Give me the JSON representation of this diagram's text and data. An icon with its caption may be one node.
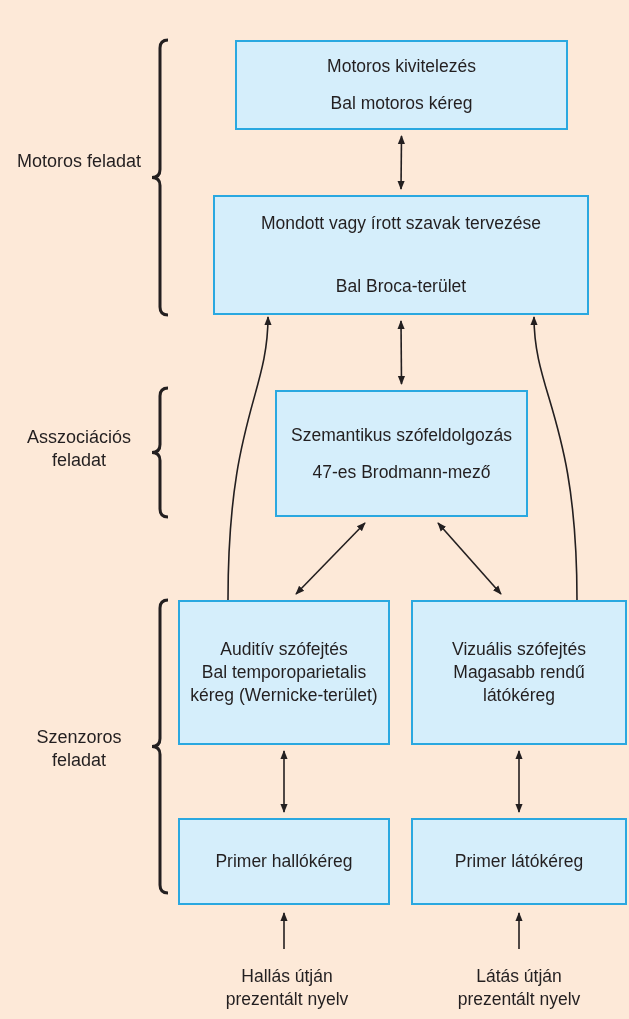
{
  "diagram": {
    "nodes": [
      {
        "text": [
          "Motoros kivitelezés",
          "Bal motoros kéreg"
        ]
      },
      {
        "text": [
          "Mondott vagy írott szavak tervezése",
          "Bal Broca-terület"
        ]
      },
      {
        "text": [
          "Szemantikus szófeldolgozás",
          "47-es Brodmann-mező"
        ]
      },
      {
        "text": [
          "Auditív szófejtés",
          "Bal temporoparietalis kéreg (Wernicke-terület)"
        ]
      },
      {
        "text": [
          "Vizuális szófejtés",
          "Magasabb rendű látókéreg"
        ]
      },
      {
        "text": [
          "Primer hallókéreg"
        ]
      },
      {
        "text": [
          "Primer látókéreg"
        ]
      },
      {
        "text": [
          "Hallás útján prezentált nyelv"
        ]
      },
      {
        "text": [
          "Látás útján prezentált nyelv"
        ]
      }
    ],
    "edges": [
      {
        "from": 0,
        "to": 1,
        "arrow": "both"
      },
      {
        "from": 1,
        "to": 2,
        "arrow": "both"
      },
      {
        "from": 3,
        "to": 1,
        "arrow": "to"
      },
      {
        "from": 4,
        "to": 1,
        "arrow": "to"
      },
      {
        "from": 2,
        "to": 3,
        "arrow": "both"
      },
      {
        "from": 2,
        "to": 4,
        "arrow": "both"
      },
      {
        "from": 3,
        "to": 5,
        "arrow": "both"
      },
      {
        "from": 4,
        "to": 6,
        "arrow": "both"
      },
      {
        "from": 7,
        "to": 5,
        "arrow": "to"
      },
      {
        "from": 8,
        "to": 6,
        "arrow": "to"
      }
    ],
    "labels": [
      "Motoros feladat",
      "Asszociációs feladat",
      "Szenzoros feladat"
    ]
  }
}
